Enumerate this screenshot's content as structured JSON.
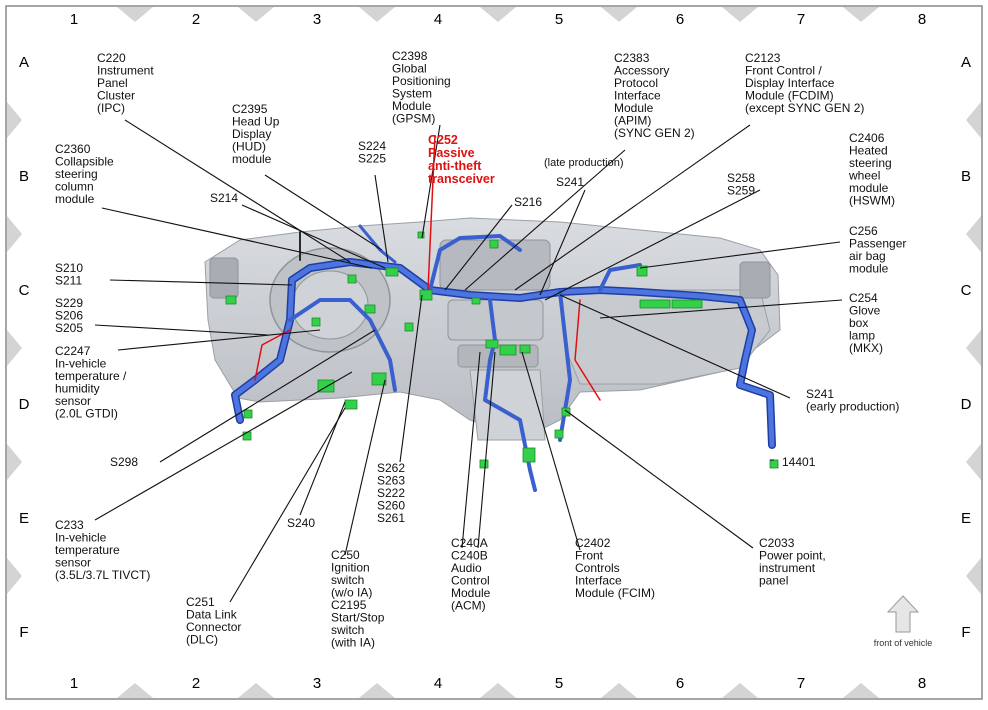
{
  "grid": {
    "columns": [
      "1",
      "2",
      "3",
      "4",
      "5",
      "6",
      "7",
      "8"
    ],
    "rows": [
      "A",
      "B",
      "C",
      "D",
      "E",
      "F"
    ]
  },
  "callouts": [
    {
      "id": "c220",
      "lines": [
        "C220",
        "Instrument",
        "Panel",
        "Cluster",
        "(IPC)"
      ]
    },
    {
      "id": "c2398",
      "lines": [
        "C2398",
        "Global",
        "Positioning",
        "System",
        "Module",
        "(GPSM)"
      ]
    },
    {
      "id": "c2383",
      "lines": [
        "C2383",
        "Accessory",
        "Protocol",
        "Interface",
        "Module",
        "(APIM)",
        "(SYNC GEN 2)"
      ]
    },
    {
      "id": "c2123",
      "lines": [
        "C2123",
        "Front Control /",
        "Display Interface",
        "Module (FCDIM)",
        "(except SYNC GEN 2)"
      ]
    },
    {
      "id": "c2395",
      "lines": [
        "C2395",
        "Head Up",
        "Display",
        "(HUD)",
        "module"
      ]
    },
    {
      "id": "c252",
      "lines": [
        "C252",
        "Passive",
        "anti-theft",
        "transceiver"
      ]
    },
    {
      "id": "s224",
      "lines": [
        "S224",
        "S225"
      ]
    },
    {
      "id": "c2360",
      "lines": [
        "C2360",
        "Collapsible",
        "steering",
        "column",
        "module"
      ]
    },
    {
      "id": "late",
      "lines": [
        "(late production)"
      ]
    },
    {
      "id": "s241a",
      "lines": [
        "S241"
      ]
    },
    {
      "id": "c2406",
      "lines": [
        "C2406",
        "Heated",
        "steering",
        "wheel",
        "module",
        "(HSWM)"
      ]
    },
    {
      "id": "s258",
      "lines": [
        "S258",
        "S259"
      ]
    },
    {
      "id": "s216",
      "lines": [
        "S216"
      ]
    },
    {
      "id": "s214",
      "lines": [
        "S214"
      ]
    },
    {
      "id": "c256",
      "lines": [
        "C256",
        "Passenger",
        "air bag",
        "module"
      ]
    },
    {
      "id": "s210",
      "lines": [
        "S210",
        "S211"
      ]
    },
    {
      "id": "c254",
      "lines": [
        "C254",
        "Glove",
        "box",
        "lamp",
        "(MKX)"
      ]
    },
    {
      "id": "s229",
      "lines": [
        "S229",
        "S206",
        "S205"
      ]
    },
    {
      "id": "c2247",
      "lines": [
        "C2247",
        "In-vehicle",
        "temperature /",
        "humidity",
        "sensor",
        "(2.0L GTDI)"
      ]
    },
    {
      "id": "s241b",
      "lines": [
        "S241",
        "(early production)"
      ]
    },
    {
      "id": "s298",
      "lines": [
        "S298"
      ]
    },
    {
      "id": "c14401",
      "lines": [
        "14401"
      ]
    },
    {
      "id": "s262",
      "lines": [
        "S262",
        "S263",
        "S222",
        "S260",
        "S261"
      ]
    },
    {
      "id": "c233",
      "lines": [
        "C233",
        "In-vehicle",
        "temperature",
        "sensor",
        "(3.5L/3.7L TIVCT)"
      ]
    },
    {
      "id": "s240",
      "lines": [
        "S240"
      ]
    },
    {
      "id": "c240a",
      "lines": [
        "C240A",
        "C240B",
        "Audio",
        "Control",
        "Module",
        "(ACM)"
      ]
    },
    {
      "id": "c2402",
      "lines": [
        "C2402",
        "Front",
        "Controls",
        "Interface",
        "Module (FCIM)"
      ]
    },
    {
      "id": "c2033",
      "lines": [
        "C2033",
        "Power point,",
        "instrument",
        "panel"
      ]
    },
    {
      "id": "c250",
      "lines": [
        "C250",
        "Ignition",
        "switch",
        "(w/o IA)",
        "C2195",
        "Start/Stop",
        "switch",
        "(with IA)"
      ]
    },
    {
      "id": "c251",
      "lines": [
        "C251",
        "Data Link",
        "Connector",
        "(DLC)"
      ]
    }
  ],
  "front_label": "front of vehicle",
  "colors": {
    "harness": "#3a5fcf",
    "harness_dark": "#1f3fa0",
    "connector": "#33d04a",
    "highlight": "#e01010",
    "dash": "#c9cdd2"
  }
}
